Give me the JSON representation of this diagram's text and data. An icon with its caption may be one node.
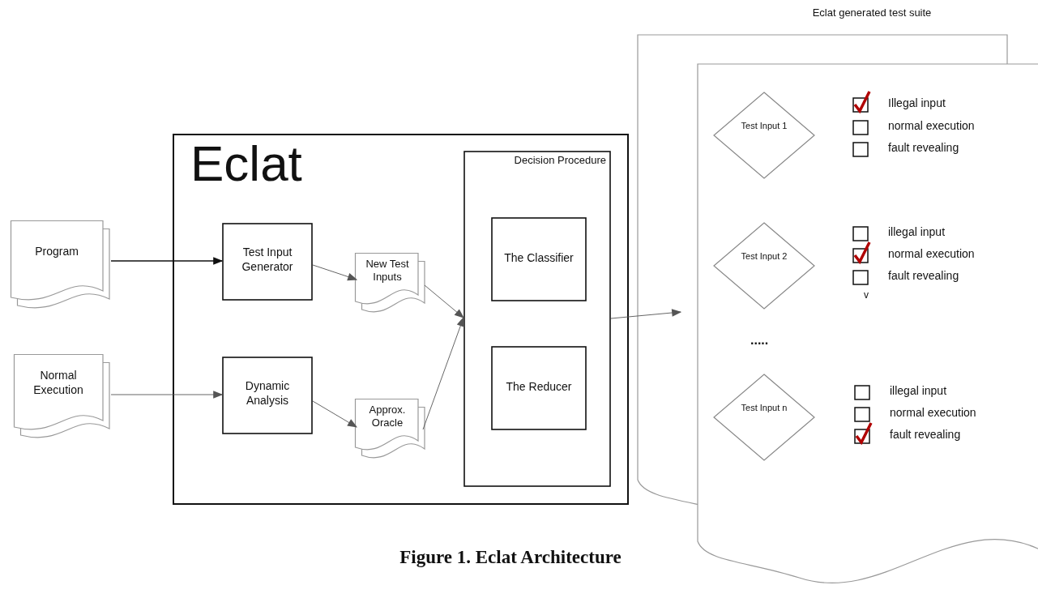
{
  "diagram": {
    "caption": "Figure 1. Eclat Architecture",
    "nodes": [
      {
        "text": [
          "Program"
        ]
      },
      {
        "text": [
          "Normal Execution"
        ]
      },
      {
        "text": [
          "Eclat"
        ]
      },
      {
        "text": [
          "Test Input Generator"
        ],
        "in": 2
      },
      {
        "text": [
          "Dynamic Analysis"
        ],
        "in": 2
      },
      {
        "text": [
          "New Test Inputs"
        ],
        "in": 2
      },
      {
        "text": [
          "Approx. Oracle"
        ],
        "in": 2
      },
      {
        "text": [
          "Decision Procedure"
        ],
        "in": 2
      },
      {
        "text": [
          "The Classifier"
        ],
        "in": 7
      },
      {
        "text": [
          "The Reducer"
        ],
        "in": 7
      },
      {
        "text": [
          "Eclat generated test suite"
        ]
      },
      {
        "text": [],
        "shape": "box"
      },
      {
        "text": [
          "Test Input 1"
        ]
      },
      {
        "text": [
          "Test Input 2"
        ]
      },
      {
        "text": [
          "Test Input n"
        ]
      }
    ],
    "edges": [
      {
        "from": 0,
        "to": 3,
        "arrow": "to",
        "color": "#111111"
      },
      {
        "from": 1,
        "to": 4,
        "arrow": "to"
      },
      {
        "from": 3,
        "to": 5,
        "arrow": "to"
      },
      {
        "from": 4,
        "to": 6,
        "arrow": "to"
      },
      {
        "from": 5,
        "to": 7,
        "arrow": "to"
      },
      {
        "from": 6,
        "to": 7,
        "arrow": "to"
      },
      {
        "from": 7,
        "to": 10,
        "arrow": "to"
      }
    ],
    "labels": [
      "Illegal input",
      "normal execution",
      "fault revealing",
      "illegal input",
      "normal execution",
      "fault revealing",
      "v",
      ".....",
      "illegal input",
      "normal execution",
      "fault revealing"
    ]
  }
}
